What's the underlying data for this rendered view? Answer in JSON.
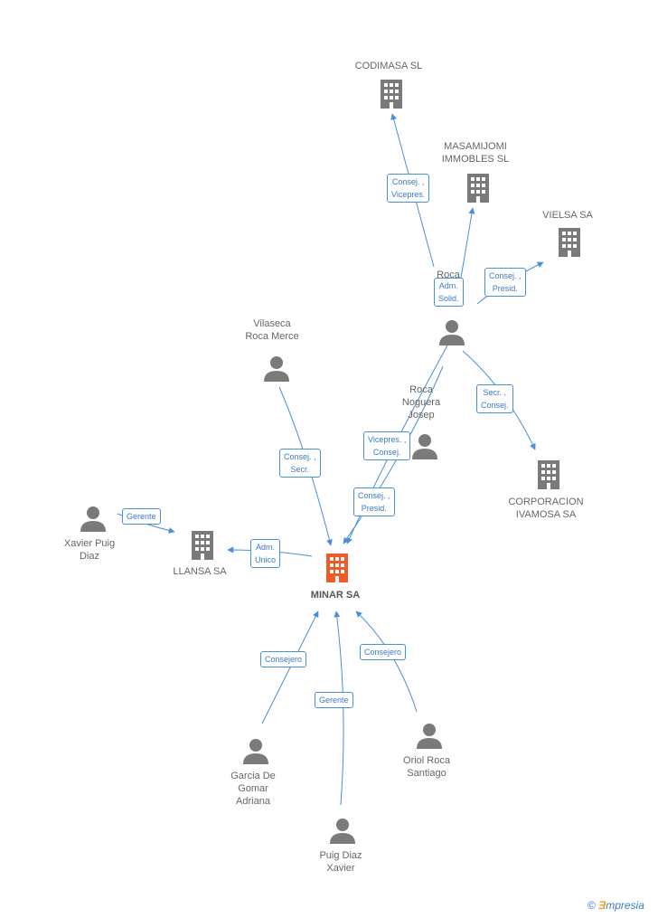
{
  "nodes": {
    "codimasa": {
      "label": "CODIMASA SL",
      "type": "company"
    },
    "masamijomi": {
      "label": "MASAMIJOMI\nIMMOBLES SL",
      "type": "company"
    },
    "vielsa": {
      "label": "VIELSA SA",
      "type": "company"
    },
    "roca_hernandez": {
      "label": "Roca\nHe...z",
      "type": "person"
    },
    "vilaseca": {
      "label": "Vilaseca\nRoca Merce",
      "type": "person"
    },
    "roca_noguera": {
      "label": "Roca\nNoguera\nJosep",
      "type": "person"
    },
    "corporacion": {
      "label": "CORPORACION\nIVAMOSA SA",
      "type": "company"
    },
    "xavier_puig": {
      "label": "Xavier Puig\nDiaz",
      "type": "person"
    },
    "llansa": {
      "label": "LLANSA SA",
      "type": "company"
    },
    "minar": {
      "label": "MINAR SA",
      "type": "company-main"
    },
    "garcia": {
      "label": "Garcia De\nGomar\nAdriana",
      "type": "person"
    },
    "puig_diaz": {
      "label": "Puig Diaz\nXavier",
      "type": "person"
    },
    "oriol": {
      "label": "Oriol Roca\nSantiago",
      "type": "person"
    }
  },
  "edges": {
    "e1": "Consej. ,\nVicepres.",
    "e2": "Adm.\nSolid.",
    "e3": "Consej. ,\nPresid.",
    "e4": "Secr. ,\nConsej.",
    "e5": "Consej. ,\nSecr.",
    "e6": "Vicepres. ,\nConsej.",
    "e7": "Consej. ,\nPresid.",
    "e8": "Gerente",
    "e9": "Adm.\nUnico",
    "e10": "Consejero",
    "e11": "Gerente",
    "e12": "Consejero"
  },
  "colors": {
    "edge": "#4a8fd9",
    "icon": "#7a7a7a",
    "main": "#f05a28",
    "edge_text": "#3a7bc8",
    "label": "#666666"
  },
  "credit": {
    "symbol": "©",
    "e": "Ǝ",
    "rest": "mpresia"
  }
}
